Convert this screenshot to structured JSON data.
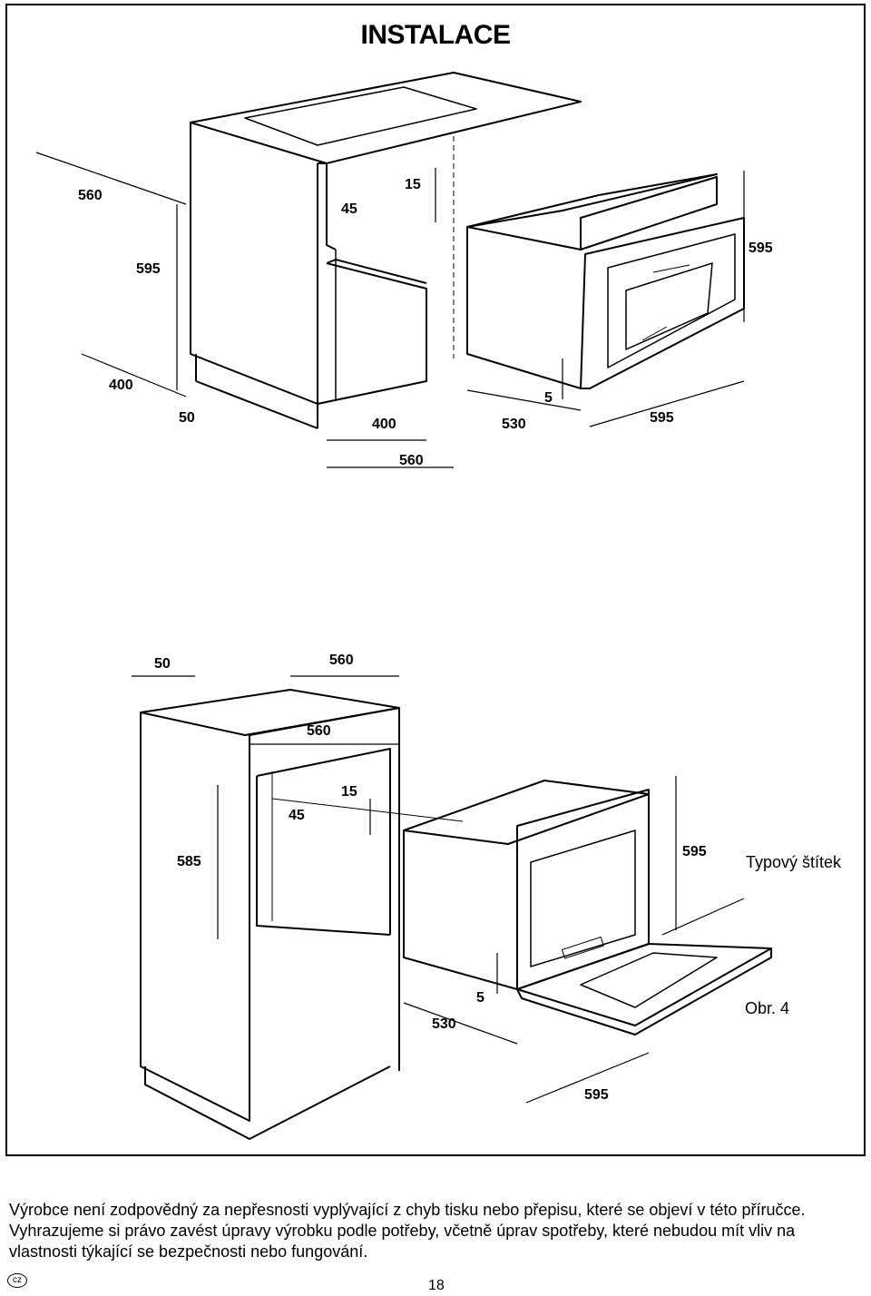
{
  "page": {
    "title": "INSTALACE"
  },
  "figure": {
    "top_dimensions": {
      "d560": "560",
      "d595": "595",
      "d400_left": "400",
      "d50": "50",
      "d45": "45",
      "d15": "15",
      "d595_oven": "595",
      "d5": "5",
      "d530": "530",
      "d595_bottom": "595",
      "d400_bottom": "400",
      "d560_bottom": "560"
    },
    "bottom_dimensions": {
      "d50": "50",
      "d560_top": "560",
      "d560_inner": "560",
      "d15": "15",
      "d45": "45",
      "d585": "585",
      "d595": "595",
      "d5": "5",
      "d530": "530",
      "d595_bottom": "595"
    },
    "rating_plate_label": "Typový štítek",
    "figure_caption": "Obr. 4"
  },
  "disclaimer": {
    "line1": "Výrobce není zodpovědný za nepřesnosti vyplývající z chyb tisku nebo přepisu, které se objeví  v této příručce.",
    "line2": "Vyhrazujeme si právo zavést úpravy výrobku podle potřeby, včetně úprav spotřeby, které nebudou mít vliv na",
    "line3": "vlastnosti týkající se bezpečnosti nebo fungování."
  },
  "footer": {
    "lang_badge": "cz",
    "page_number": "18"
  }
}
